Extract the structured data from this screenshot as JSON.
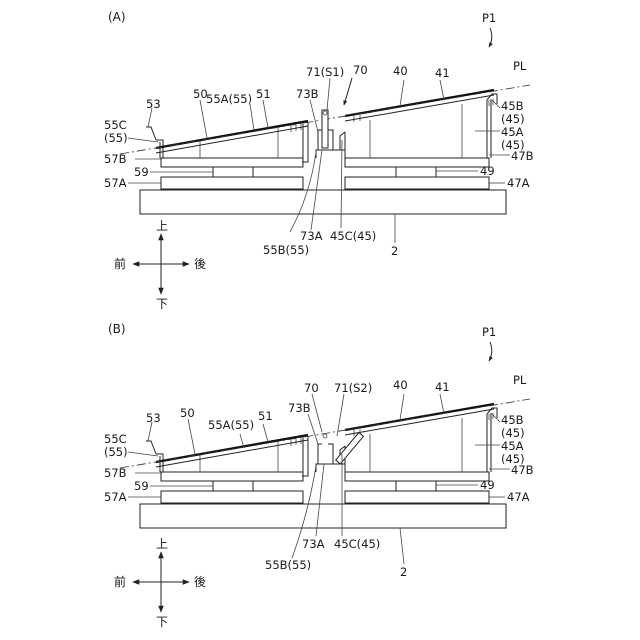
{
  "figure_a": {
    "panel_label": "(A)",
    "labels": {
      "p1": "P1",
      "pl": "PL",
      "l53": "53",
      "l50": "50",
      "l55a": "55A(55)",
      "l51": "51",
      "l55c_1": "55C",
      "l55c_2": "(55)",
      "l57b": "57B",
      "l59": "59",
      "l57a": "57A",
      "l73b": "73B",
      "l71": "71(S1)",
      "l70": "70",
      "l40": "40",
      "l41": "41",
      "l45b_1": "45B",
      "l45b_2": "(45)",
      "l45a_1": "45A",
      "l45a_2": "(45)",
      "l47b": "47B",
      "l49": "49",
      "l47a": "47A",
      "l73a": "73A",
      "l45c": "45C(45)",
      "l55b": "55B(55)",
      "l2": "2"
    },
    "directions": {
      "up": "上",
      "down": "下",
      "front": "前",
      "back": "後"
    }
  },
  "figure_b": {
    "panel_label": "(B)",
    "labels": {
      "p1": "P1",
      "pl": "PL",
      "l53": "53",
      "l50": "50",
      "l55a": "55A(55)",
      "l51": "51",
      "l55c_1": "55C",
      "l55c_2": "(55)",
      "l57b": "57B",
      "l59": "59",
      "l57a": "57A",
      "l73b": "73B",
      "l71": "71(S2)",
      "l70": "70",
      "l40": "40",
      "l41": "41",
      "l45b_1": "45B",
      "l45b_2": "(45)",
      "l45a_1": "45A",
      "l45a_2": "(45)",
      "l47b": "47B",
      "l49": "49",
      "l47a": "47A",
      "l73a": "73A",
      "l45c": "45C(45)",
      "l55b": "55B(55)",
      "l2": "2"
    },
    "directions": {
      "up": "上",
      "down": "下",
      "front": "前",
      "back": "後"
    }
  }
}
